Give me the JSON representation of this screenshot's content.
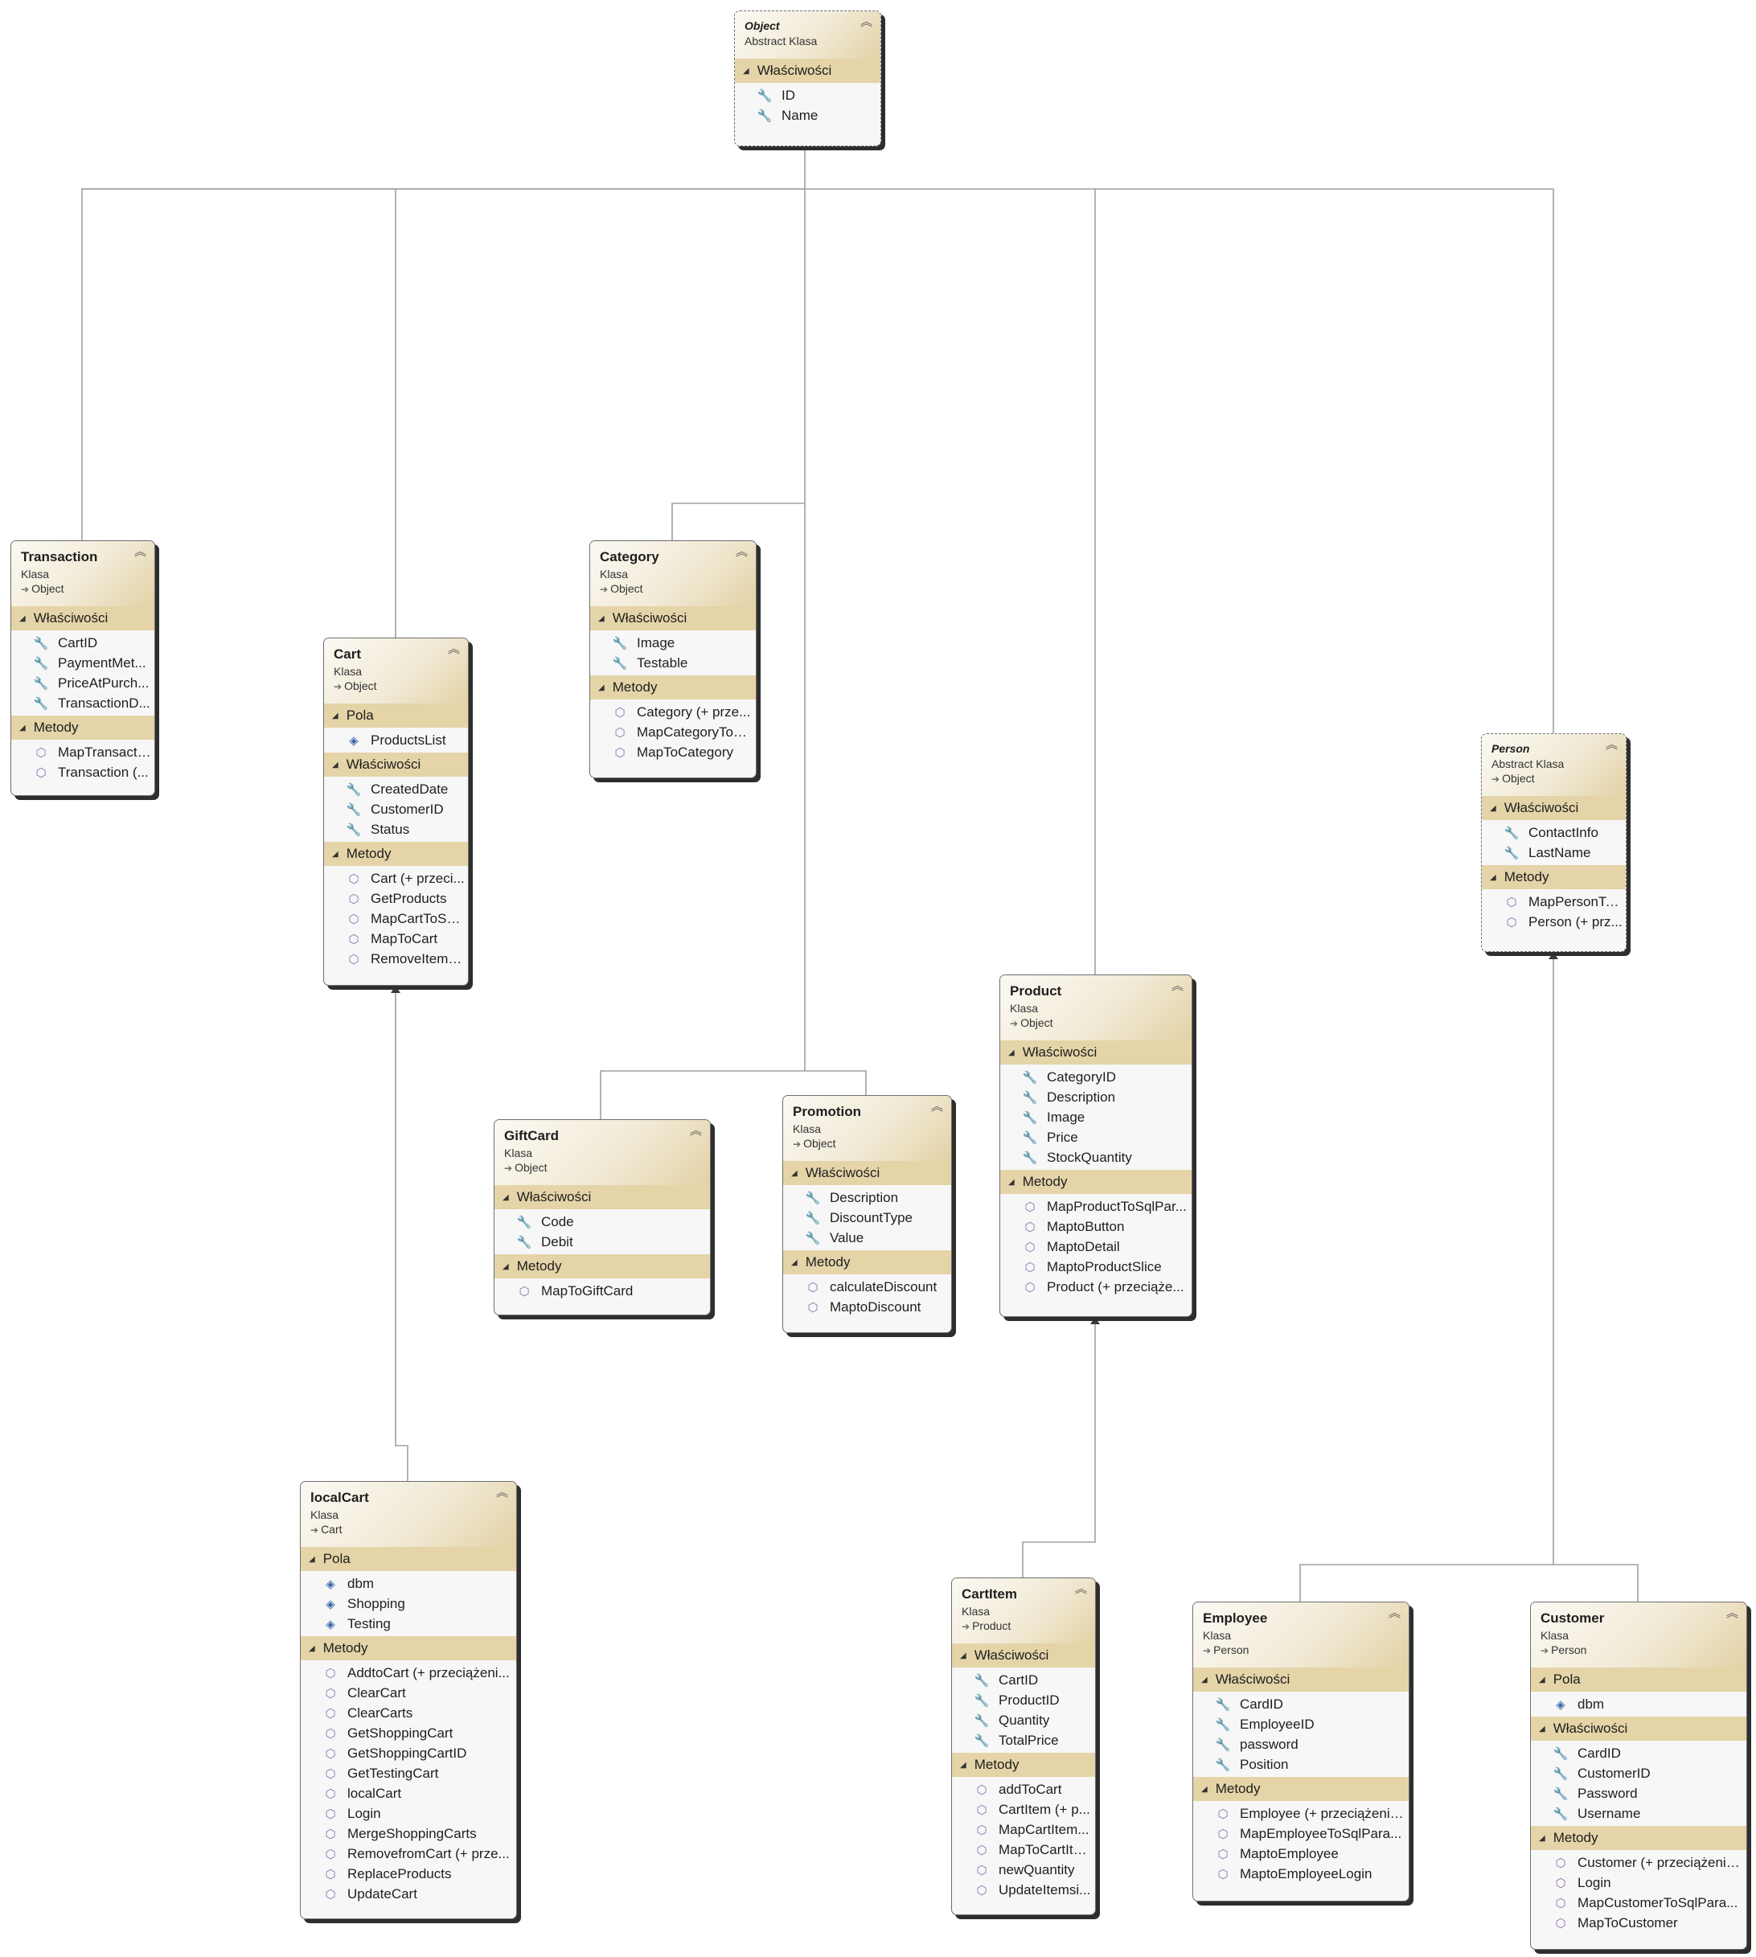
{
  "diagram": {
    "section_labels": {
      "properties": "Właściwości",
      "methods": "Metody",
      "fields": "Pola"
    },
    "classes": {
      "object": {
        "name": "Object",
        "kind": "Abstract Klasa",
        "properties": [
          "ID",
          "Name"
        ]
      },
      "transaction": {
        "name": "Transaction",
        "kind": "Klasa",
        "base": "Object",
        "properties": [
          "CartID",
          "PaymentMet...",
          "PriceAtPurch...",
          "TransactionD..."
        ],
        "methods": [
          "MapTransacti...",
          "Transaction (..."
        ]
      },
      "cart": {
        "name": "Cart",
        "kind": "Klasa",
        "base": "Object",
        "fields": [
          "ProductsList"
        ],
        "properties": [
          "CreatedDate",
          "CustomerID",
          "Status"
        ],
        "methods": [
          "Cart (+ przeci...",
          "GetProducts",
          "MapCartToSq...",
          "MapToCart",
          "RemoveItems..."
        ]
      },
      "category": {
        "name": "Category",
        "kind": "Klasa",
        "base": "Object",
        "properties": [
          "Image",
          "Testable"
        ],
        "methods": [
          "Category (+ prze...",
          "MapCategoryToS...",
          "MapToCategory"
        ]
      },
      "person": {
        "name": "Person",
        "kind": "Abstract Klasa",
        "base": "Object",
        "properties": [
          "ContactInfo",
          "LastName"
        ],
        "methods": [
          "MapPersonTo...",
          "Person (+ prz..."
        ]
      },
      "product": {
        "name": "Product",
        "kind": "Klasa",
        "base": "Object",
        "properties": [
          "CategoryID",
          "Description",
          "Image",
          "Price",
          "StockQuantity"
        ],
        "methods": [
          "MapProductToSqlPar...",
          "MaptoButton",
          "MaptoDetail",
          "MaptoProductSlice",
          "Product (+ przeciąże..."
        ]
      },
      "giftcard": {
        "name": "GiftCard",
        "kind": "Klasa",
        "base": "Object",
        "properties": [
          "Code",
          "Debit"
        ],
        "methods": [
          "MapToGiftCard"
        ]
      },
      "promotion": {
        "name": "Promotion",
        "kind": "Klasa",
        "base": "Object",
        "properties": [
          "Description",
          "DiscountType",
          "Value"
        ],
        "methods": [
          "calculateDiscount",
          "MaptoDiscount"
        ]
      },
      "localcart": {
        "name": "localCart",
        "kind": "Klasa",
        "base": "Cart",
        "fields": [
          "dbm",
          "Shopping",
          "Testing"
        ],
        "methods": [
          "AddtoCart (+ przeciążeni...",
          "ClearCart",
          "ClearCarts",
          "GetShoppingCart",
          "GetShoppingCartID",
          "GetTestingCart",
          "localCart",
          "Login",
          "MergeShoppingCarts",
          "RemovefromCart (+ prze...",
          "ReplaceProducts",
          "UpdateCart"
        ]
      },
      "cartitem": {
        "name": "CartItem",
        "kind": "Klasa",
        "base": "Product",
        "properties": [
          "CartID",
          "ProductID",
          "Quantity",
          "TotalPrice"
        ],
        "methods": [
          "addToCart",
          "CartItem (+ p...",
          "MapCartItem...",
          "MapToCartIte...",
          "newQuantity",
          "UpdateItemsi..."
        ]
      },
      "employee": {
        "name": "Employee",
        "kind": "Klasa",
        "base": "Person",
        "properties": [
          "CardID",
          "EmployeeID",
          "password",
          "Position"
        ],
        "methods": [
          "Employee (+ przeciążenia...",
          "MapEmployeeToSqlPara...",
          "MaptoEmployee",
          "MaptoEmployeeLogin"
        ]
      },
      "customer": {
        "name": "Customer",
        "kind": "Klasa",
        "base": "Person",
        "fields": [
          "dbm"
        ],
        "properties": [
          "CardID",
          "CustomerID",
          "Password",
          "Username"
        ],
        "methods": [
          "Customer (+ przeciążenia...",
          "Login",
          "MapCustomerToSqlPara...",
          "MapToCustomer"
        ]
      }
    }
  }
}
